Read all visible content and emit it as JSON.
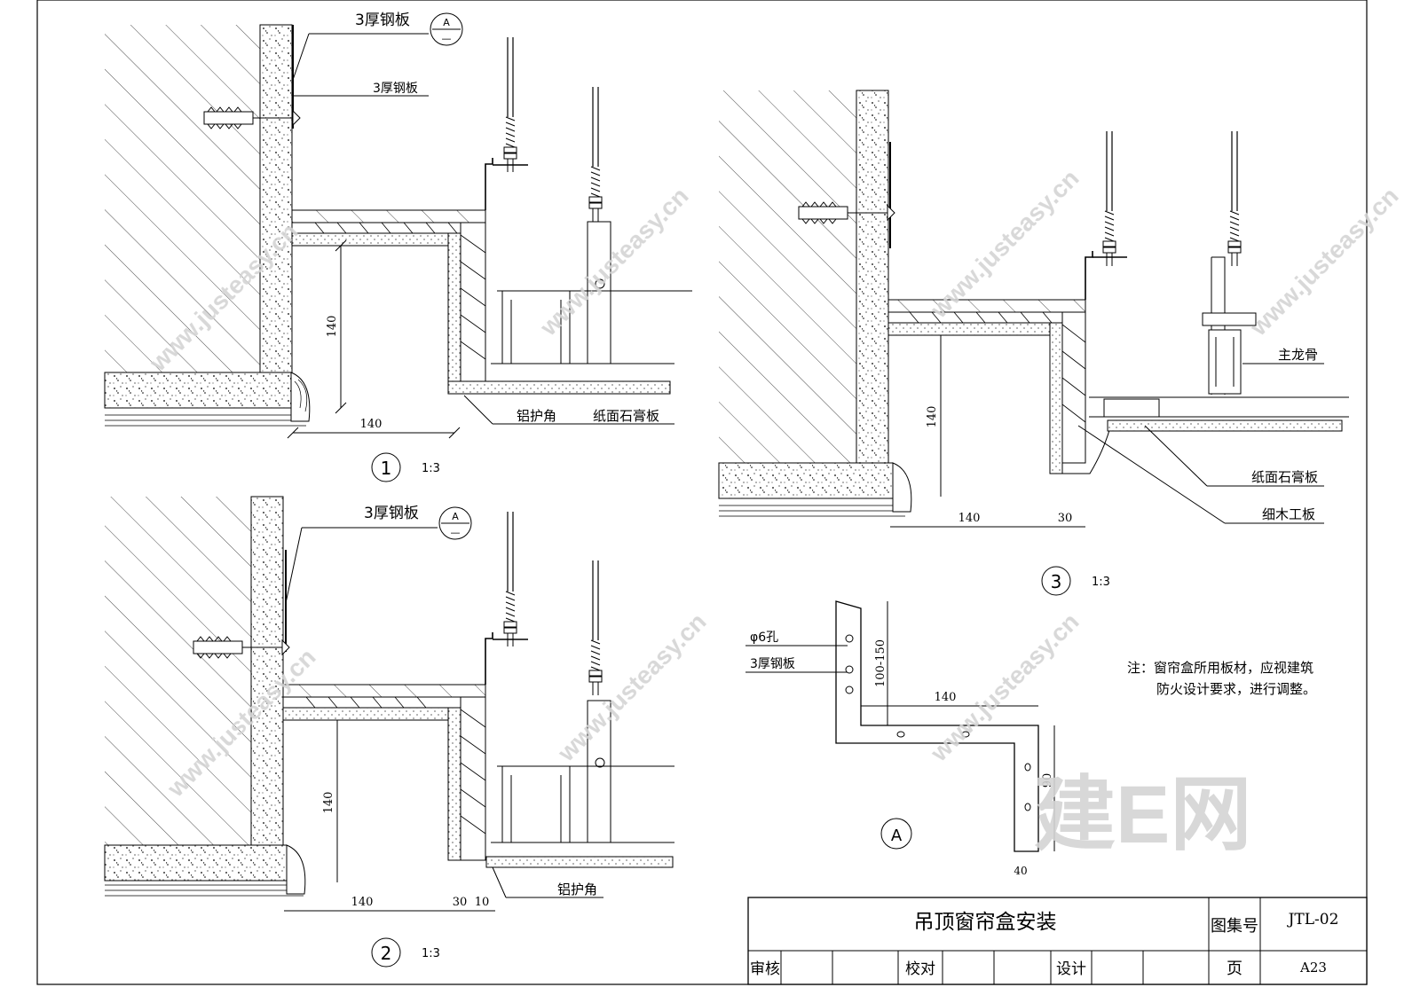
{
  "labels": {
    "steel_plate": "3厚钢板",
    "aluminum_corner": "铝护角",
    "gypsum_board": "纸面石膏板",
    "main_keel": "主龙骨",
    "blockboard": "细木工板",
    "hole": "φ6孔"
  },
  "callout": {
    "top": "A",
    "bottom": "—"
  },
  "details": [
    {
      "num": "1",
      "scale": "1:3"
    },
    {
      "num": "2",
      "scale": "1:3"
    },
    {
      "num": "3",
      "scale": "1:3"
    }
  ],
  "detail_a": {
    "num": "A"
  },
  "dims": {
    "d1_height": "140",
    "d1_width": "140",
    "d2_height": "140",
    "d2_width": "140",
    "d2_gap": "30",
    "d2_edge": "10",
    "d3_height": "140",
    "d3_width": "140",
    "d3_gap": "30",
    "a_vertical": "100-150",
    "a_length": "140",
    "a_drop": "90",
    "a_thick": "40"
  },
  "note": {
    "line1": "注：窗帘盒所用板材，应视建筑",
    "line2": "防火设计要求，进行调整。"
  },
  "title_block": {
    "title": "吊顶窗帘盒安装",
    "atlas_label": "图集号",
    "atlas_value": "JTL-02",
    "review": "审核",
    "check": "校对",
    "design": "设计",
    "page_label": "页",
    "page_value": "A23"
  },
  "watermark": {
    "site": "www.justeasy.cn",
    "brand": "建E网"
  }
}
